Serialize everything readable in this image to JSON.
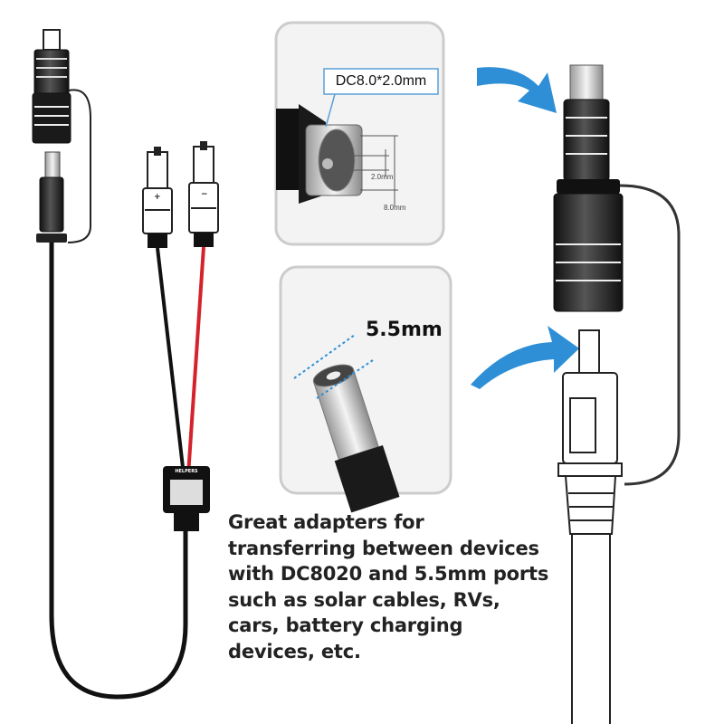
{
  "callouts": {
    "dc_size": "DC8.0*2.0mm",
    "inner_diameter": "2.0mm",
    "outer_diameter": "8.0mm",
    "barrel_size": "5.5mm"
  },
  "cable_tag": "HELPERS",
  "polarity": {
    "positive": "+",
    "negative": "−"
  },
  "description": "Great adapters for transferring between devices with DC8020 and 5.5mm ports such as solar cables, RVs, cars, battery charging devices, etc.",
  "colors": {
    "arrow": "#2f8fd6",
    "panel_border": "#cccccc",
    "red_wire": "#d4232c",
    "black_wire": "#111111"
  }
}
